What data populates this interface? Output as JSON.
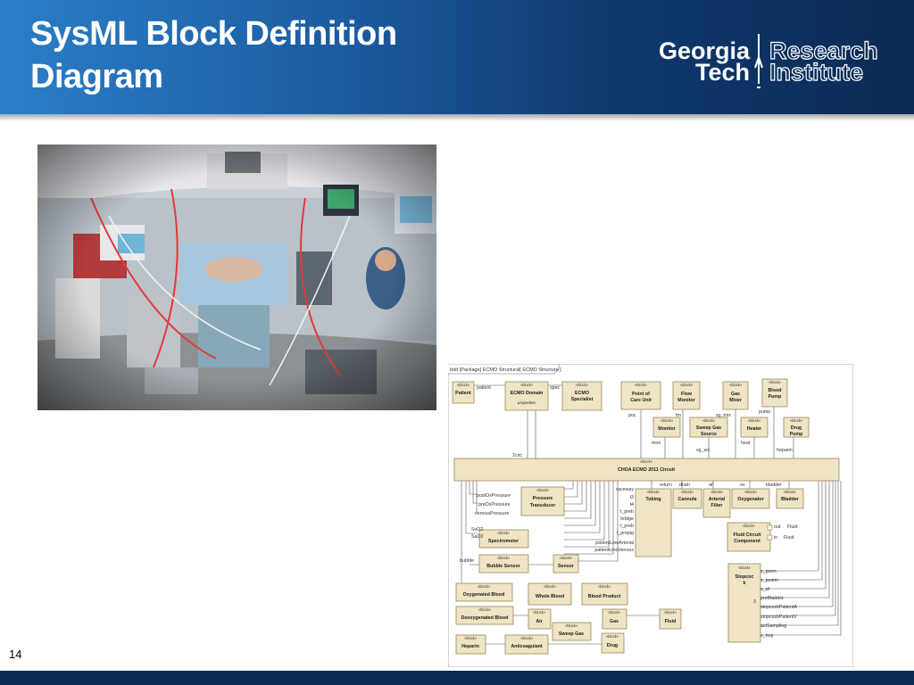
{
  "slide": {
    "title_line1": "SysML Block Definition",
    "title_line2": "Diagram",
    "page_number": "14"
  },
  "logo": {
    "georgia": "Georgia",
    "tech": "Tech",
    "research": "Research",
    "institute": "Institute"
  },
  "colors": {
    "header_blue": "#1c5b9f",
    "dark_navy": "#0d2a52",
    "block_fill": "#efe4c3",
    "block_stroke": "#8a7a4a"
  },
  "diagram": {
    "frame_label": "bdd [Package] ECMO Structural[ ECMO Structure ]",
    "stereotype": "«block»",
    "circuit": "CHOA ECMO 2011 Circuit",
    "blocks": {
      "patient": "Patient",
      "ecmo_domain_1": "ECMO Domain",
      "ecmo_domain_props": "properties",
      "ecmo_specialist_1": "ECMO",
      "ecmo_specialist_2": "Specialist",
      "poc_1": "Point of",
      "poc_2": "Care Unit",
      "flow_1": "Flow",
      "flow_2": "Monitor",
      "gasmixer_1": "Gas",
      "gasmixer_2": "Mixer",
      "bloodpump_1": "Blood",
      "bloodpump_2": "Pump",
      "monitor": "Monitor",
      "sweep_1": "Sweep Gas",
      "sweep_2": "Source",
      "heater": "Heater",
      "drugpump_1": "Drug",
      "drugpump_2": "Pump",
      "pt_1": "Pressure",
      "pt_2": "Transducer",
      "tubing": "Tubing",
      "cannula": "Cannula",
      "af_1": "Arterial",
      "af_2": "Filter",
      "oxygenator": "Oxygenator",
      "bladder": "Bladder",
      "spectrometer": "Spectrometer",
      "fcc_1": "Fluid Circuit",
      "fcc_2": "Component",
      "bubble": "Bubble Sensor",
      "sensor": "Sensor",
      "stopcock_1": "Stopcoc",
      "stopcock_2": "k",
      "oxy_blood": "Oxygenated Blood",
      "whole_blood": "Whole Blood",
      "blood_product": "Blood Product",
      "deoxy_blood": "Deoxygenated Blood",
      "air": "Air",
      "gas": "Gas",
      "fluid": "Fluid",
      "sweep_gas": "Sweep Gas",
      "heparin": "Heparin",
      "anticoagulant": "Anticoagulant",
      "drug": "Drug"
    },
    "roles": {
      "patient": "patient",
      "spec": "spec",
      "poc": "poc",
      "fm": "fm",
      "sg_mix": "sg_mix",
      "pump": "pump",
      "mon": "mon",
      "sg_src": "sg_src",
      "heat": "heat",
      "heparin": "heparin",
      "two_circ": "2circ",
      "return": "return",
      "drain": "drain",
      "af": "af",
      "ox": "ox",
      "bladder": "bladder",
      "postox": "postOxPressure",
      "preox": "preOxPressure",
      "venous": "venousPressure",
      "raceway": "raceway",
      "t3": "t3",
      "t4": "t4",
      "t_preh": "t_preh",
      "bridge": "bridge",
      "t_preb": "t_preb",
      "t_prepig": "t_prepig",
      "pla": "patientLineArterial",
      "plv": "patientLineVenous",
      "svo2": "SvO2",
      "sao2": "SaO2",
      "bubble": "bubble",
      "out": "out",
      "in": "in",
      "fluid_out": "Fluid",
      "fluid_in": "Fluid",
      "s_prem": "s_prem",
      "s_postm": "s_postm",
      "s_af": "s_af",
      "prebladder": "preBladder",
      "scpa": "stopcockPatientA",
      "scpv": "stopcockPatientV",
      "act": "actSampling",
      "s_hep": "s_hep",
      "three": "3"
    }
  }
}
